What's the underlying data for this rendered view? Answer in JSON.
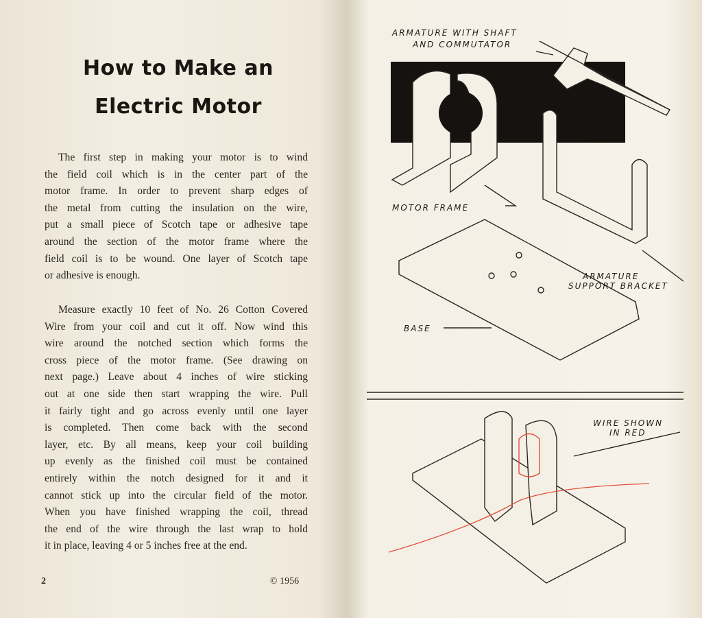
{
  "left_page": {
    "title_lines": [
      "How to Make an",
      "Electric Motor"
    ],
    "paragraph1": [
      "The first step in making your motor is to wind",
      "the field coil which is in the center part of the",
      "motor frame. In order to prevent sharp edges of",
      "the metal from cutting the insulation on the wire,",
      "put a small piece of Scotch tape or adhesive tape",
      "around the section of the motor frame where the",
      "field coil is to be wound. One layer of Scotch tape",
      "or adhesive is enough."
    ],
    "paragraph2": [
      "Measure exactly 10 feet of No. 26 Cotton Covered",
      "Wire from your coil and cut it off. Now wind this",
      "wire around the notched section which forms the",
      "cross piece of the motor frame. (See drawing on",
      "next page.) Leave about 4 inches of wire sticking",
      "out at one side then start wrapping the wire. Pull",
      "it fairly tight and go across evenly until one layer",
      "is completed. Then come back with the second",
      "layer, etc. By all means, keep your coil building",
      "up evenly as the finished coil must be contained",
      "entirely within the notch designed for it and it",
      "cannot stick up into the circular field of the motor.",
      "When you have finished wrapping the coil, thread",
      "the end of the wire through the last wrap to hold",
      "it in place, leaving 4 or 5 inches free at the end."
    ],
    "page_number": "2",
    "copyright": "© 1956"
  },
  "right_page": {
    "labels": {
      "armature_1": "ARMATURE  WITH  SHAFT",
      "armature_2": "AND  COMMUTATOR",
      "motor_frame": "MOTOR   FRAME",
      "bracket_1": "ARMATURE",
      "bracket_2": "SUPPORT  BRACKET",
      "base": "BASE",
      "wire_1": "WIRE   SHOWN",
      "wire_2": "IN   RED"
    },
    "wire_color": "#e0503c"
  }
}
